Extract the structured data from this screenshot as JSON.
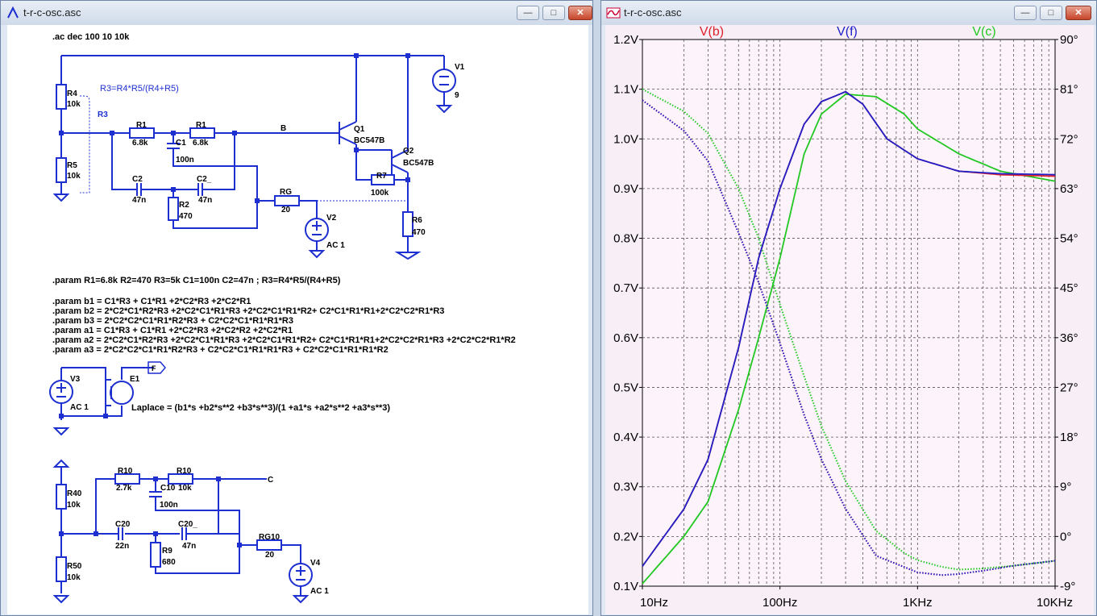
{
  "schematic": {
    "title": "t-r-c-osc.asc",
    "ac_directive": ".ac dec 100 10 10k",
    "formula_r3": "R3=R4*R5/(R4+R5)",
    "labels": {
      "r4": "R4",
      "r4v": "10k",
      "r5": "R5",
      "r5v": "10k",
      "r3": "R3",
      "r1a": "R1",
      "r1av": "6.8k",
      "r1b": "R1",
      "r1bv": "6.8k",
      "c1": "C1",
      "c1v": "100n",
      "c2a": "C2",
      "c2av": "47n",
      "c2b": "C2_",
      "c2bv": "47n",
      "r2": "R2",
      "r2v": "470",
      "rg": "RG",
      "rgv": "20",
      "v2": "V2",
      "v2v": "AC 1",
      "net_b": "B",
      "q1": "Q1",
      "q1v": "BC547B",
      "q2": "Q2",
      "q2v": "BC547B",
      "r7": "R7",
      "r7v": "100k",
      "r6": "R6",
      "r6v": "470",
      "v1": "V1",
      "v1v": "9",
      "v3": "V3",
      "v3v": "AC 1",
      "e1": "E1",
      "net_f": "F",
      "laplace": "Laplace = (b1*s +b2*s**2 +b3*s**3)/(1 +a1*s +a2*s**2 +a3*s**3)",
      "r40": "R40",
      "r40v": "10k",
      "r50": "R50",
      "r50v": "10k",
      "r10a": "R10",
      "r10av": "2.7k",
      "r10b": "R10",
      "r10bv": "10k",
      "c10": "C10",
      "c10v": "100n",
      "c20a": "C20",
      "c20av": "22n",
      "c20b": "C20_",
      "c20bv": "47n",
      "r9": "R9",
      "r9v": "680",
      "rg10": "RG10",
      "rg10v": "20",
      "v4": "V4",
      "v4v": "AC 1",
      "net_c": "C"
    },
    "param_line": ".param R1=6.8k R2=470 R3=5k C1=100n C2=47n ; R3=R4*R5/(R4+R5)",
    "params": [
      ".param b1 = C1*R3 + C1*R1 +2*C2*R3 +2*C2*R1",
      ".param b2 = 2*C2*C1*R2*R3 +2*C2*C1*R1*R3 +2*C2*C1*R1*R2+ C2*C1*R1*R1+2*C2*C2*R1*R3",
      ".param b3 = 2*C2*C2*C1*R1*R2*R3 + C2*C2*C1*R1*R1*R3",
      ".param a1 = C1*R3 + C1*R1 +2*C2*R3 +2*C2*R2 +2*C2*R1",
      ".param a2 = 2*C2*C1*R2*R3 +2*C2*C1*R1*R3 +2*C2*C1*R1*R2+ C2*C1*R1*R1+2*C2*C2*R1*R3 +2*C2*C2*R1*R2",
      ".param a3 = 2*C2*C2*C1*R1*R2*R3 + C2*C2*C1*R1*R1*R3 + C2*C2*C1*R1*R1*R2"
    ]
  },
  "plot_window": {
    "title": "t-r-c-osc.asc"
  },
  "window_controls": {
    "minimize": "—",
    "maximize": "□",
    "close": "✕"
  },
  "colors": {
    "vb": "#e0202a",
    "vf": "#2020c8",
    "vc": "#22c822",
    "wire": "#1d2fd0",
    "plot_bg": "#fdf3fb"
  },
  "chart_data": {
    "type": "line",
    "x_scale": "log",
    "xlim": [
      10,
      10000
    ],
    "ylim": [
      0.1,
      1.2
    ],
    "y2lim": [
      -9,
      90
    ],
    "x_ticks": [
      "10Hz",
      "100Hz",
      "1KHz",
      "10KHz"
    ],
    "y_ticks": [
      "1.2V",
      "1.1V",
      "1.0V",
      "0.9V",
      "0.8V",
      "0.7V",
      "0.6V",
      "0.5V",
      "0.4V",
      "0.3V",
      "0.2V",
      "0.1V"
    ],
    "y2_ticks": [
      "90°",
      "81°",
      "72°",
      "63°",
      "54°",
      "45°",
      "36°",
      "27°",
      "18°",
      "9°",
      "0°",
      "-9°"
    ],
    "grid": true,
    "series": [
      {
        "name": "V(b)",
        "magnitude": {
          "x": [
            10,
            20,
            30,
            50,
            70,
            100,
            150,
            200,
            300,
            400,
            600,
            1000,
            2000,
            4000,
            10000
          ],
          "y": [
            0.14,
            0.255,
            0.355,
            0.58,
            0.76,
            0.9,
            1.03,
            1.075,
            1.095,
            1.07,
            1.0,
            0.96,
            0.935,
            0.928,
            0.925
          ]
        },
        "phase": {
          "x": [
            10,
            20,
            30,
            50,
            70,
            100,
            150,
            200,
            300,
            500,
            1000,
            1500,
            2000,
            3000,
            5000,
            10000
          ],
          "y": [
            79,
            73.5,
            68,
            55,
            46,
            35,
            22,
            14,
            5,
            -3.5,
            -6.5,
            -7,
            -6.8,
            -6.2,
            -5.3,
            -4.4
          ]
        }
      },
      {
        "name": "V(f)",
        "magnitude": {
          "x": [
            10,
            20,
            30,
            50,
            70,
            100,
            150,
            200,
            300,
            400,
            600,
            1000,
            2000,
            4000,
            10000
          ],
          "y": [
            0.14,
            0.255,
            0.355,
            0.58,
            0.76,
            0.9,
            1.03,
            1.075,
            1.095,
            1.07,
            1.0,
            0.96,
            0.935,
            0.93,
            0.928
          ]
        },
        "phase": {
          "x": [
            10,
            20,
            30,
            50,
            70,
            100,
            150,
            200,
            300,
            500,
            1000,
            1500,
            2000,
            3000,
            5000,
            10000
          ],
          "y": [
            79,
            73.5,
            68,
            55,
            46,
            35,
            22,
            14,
            5,
            -3.5,
            -6.5,
            -7,
            -6.8,
            -6.2,
            -5.3,
            -4.4
          ]
        }
      },
      {
        "name": "V(c)",
        "magnitude": {
          "x": [
            10,
            20,
            30,
            50,
            70,
            100,
            150,
            200,
            300,
            500,
            800,
            1000,
            2000,
            4000,
            10000
          ],
          "y": [
            0.105,
            0.2,
            0.27,
            0.455,
            0.6,
            0.76,
            0.97,
            1.05,
            1.09,
            1.085,
            1.05,
            1.02,
            0.97,
            0.935,
            0.915
          ]
        },
        "phase": {
          "x": [
            10,
            20,
            30,
            50,
            70,
            100,
            150,
            200,
            300,
            500,
            800,
            1000,
            1500,
            2000,
            3000,
            5000,
            10000
          ],
          "y": [
            81,
            77,
            73,
            63,
            54,
            42,
            29,
            20,
            10,
            1,
            -3,
            -4.3,
            -5.5,
            -6,
            -5.8,
            -5.3,
            -4.4
          ]
        }
      }
    ]
  }
}
